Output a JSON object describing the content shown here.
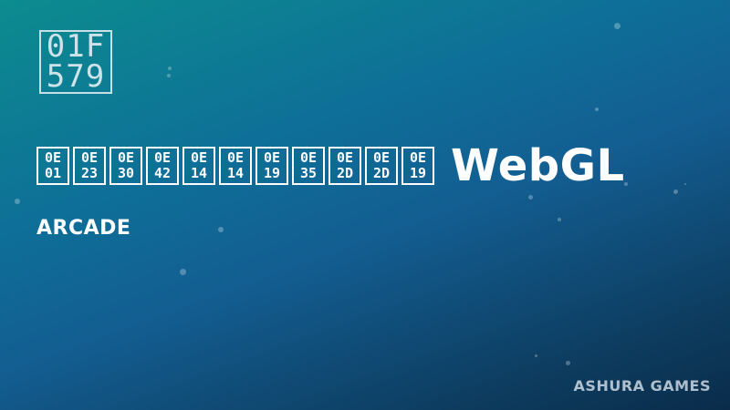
{
  "emoji_icon": {
    "icon": "missing-glyph-icon",
    "line1": "01F",
    "line2": "579"
  },
  "title": {
    "glyphs": [
      {
        "top": "0E",
        "bottom": "01"
      },
      {
        "top": "0E",
        "bottom": "23"
      },
      {
        "top": "0E",
        "bottom": "30"
      },
      {
        "top": "0E",
        "bottom": "42"
      },
      {
        "top": "0E",
        "bottom": "14"
      },
      {
        "top": "0E",
        "bottom": "14"
      },
      {
        "top": "0E",
        "bottom": "19"
      },
      {
        "top": "0E",
        "bottom": "35"
      },
      {
        "top": "0E",
        "bottom": "2D"
      },
      {
        "top": "0E",
        "bottom": "2D"
      },
      {
        "top": "0E",
        "bottom": "19"
      }
    ],
    "text": "WebGL"
  },
  "genre": "ARCADE",
  "publisher": "ASHURA GAMES",
  "colors": {
    "gradient_top_left": "#0c8c8f",
    "gradient_mid": "#135e92",
    "gradient_bottom": "#0a2c4a",
    "text": "#ffffff"
  }
}
